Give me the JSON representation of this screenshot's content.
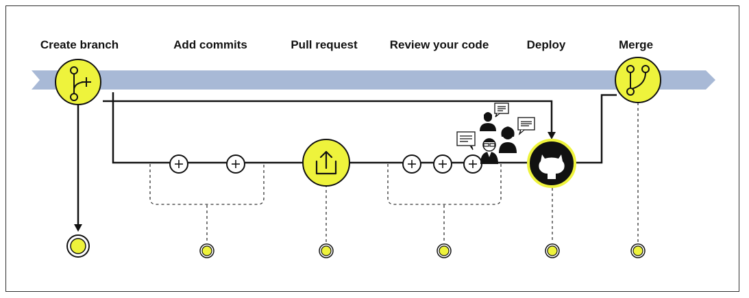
{
  "stages": [
    {
      "label": "Create branch"
    },
    {
      "label": "Add commits"
    },
    {
      "label": "Pull request"
    },
    {
      "label": "Review your code"
    },
    {
      "label": "Deploy"
    },
    {
      "label": "Merge"
    }
  ],
  "colors": {
    "accent": "#eef33c",
    "band": "#a8b9d6",
    "line": "#111111",
    "frame": "#2e2e2e"
  },
  "icons": [
    "branch-plus-icon",
    "merge-icon",
    "upload-icon",
    "github-octocat-icon",
    "plus-icon",
    "reviewer-person-icon",
    "speech-bubble-icon"
  ]
}
